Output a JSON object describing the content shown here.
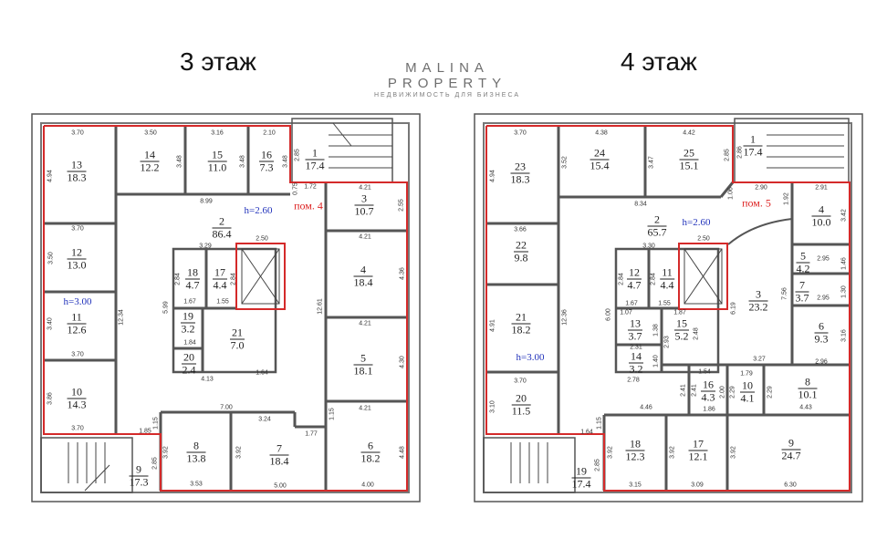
{
  "floors": [
    {
      "title": "3 этаж",
      "height_main": "h=2.60",
      "height_left": "h=3.00",
      "premises": "пом. 4",
      "rooms": [
        {
          "num": "1",
          "area": "17.4"
        },
        {
          "num": "2",
          "area": "86.4"
        },
        {
          "num": "3",
          "area": "10.7"
        },
        {
          "num": "4",
          "area": "18.4"
        },
        {
          "num": "5",
          "area": "18.1"
        },
        {
          "num": "6",
          "area": "18.2"
        },
        {
          "num": "7",
          "area": "18.4"
        },
        {
          "num": "8",
          "area": "13.8"
        },
        {
          "num": "9",
          "area": "17.3"
        },
        {
          "num": "10",
          "area": "14.3"
        },
        {
          "num": "11",
          "area": "12.6"
        },
        {
          "num": "12",
          "area": "13.0"
        },
        {
          "num": "13",
          "area": "18.3"
        },
        {
          "num": "14",
          "area": "12.2"
        },
        {
          "num": "15",
          "area": "11.0"
        },
        {
          "num": "16",
          "area": "7.3"
        },
        {
          "num": "17",
          "area": "4.4"
        },
        {
          "num": "18",
          "area": "4.7"
        },
        {
          "num": "19",
          "area": "3.2"
        },
        {
          "num": "20",
          "area": "2.4"
        },
        {
          "num": "21",
          "area": "7.0"
        }
      ],
      "dims": [
        "3.70",
        "3.50",
        "3.16",
        "2.10",
        "4.94",
        "3.48",
        "3.48",
        "3.48",
        "2.85",
        "0.75",
        "1.72",
        "8.99",
        "4.21",
        "2.55",
        "3.70",
        "3.50",
        "3.29",
        "2.50",
        "4.21",
        "4.36",
        "2.84",
        "2.84",
        "1.67",
        "1.55",
        "5.99",
        "12.34",
        "12.61",
        "3.40",
        "3.70",
        "1.84",
        "4.21",
        "4.30",
        "3.86",
        "4.13",
        "1.64",
        "7.00",
        "3.24",
        "3.70",
        "1.85",
        "1.15",
        "1.77",
        "4.21",
        "1.15",
        "3.92",
        "3.92",
        "4.48",
        "2.85",
        "3.53",
        "5.00",
        "4.00"
      ]
    },
    {
      "title": "4 этаж",
      "height_main": "h=2.60",
      "height_left": "h=3.00",
      "premises": "пом. 5",
      "rooms": [
        {
          "num": "1",
          "area": "17.4"
        },
        {
          "num": "2",
          "area": "65.7"
        },
        {
          "num": "3",
          "area": "23.2"
        },
        {
          "num": "4",
          "area": "10.0"
        },
        {
          "num": "5",
          "area": "4.2"
        },
        {
          "num": "6",
          "area": "9.3"
        },
        {
          "num": "7",
          "area": "3.7"
        },
        {
          "num": "8",
          "area": "10.1"
        },
        {
          "num": "9",
          "area": "24.7"
        },
        {
          "num": "10",
          "area": "4.1"
        },
        {
          "num": "11",
          "area": "4.4"
        },
        {
          "num": "12",
          "area": "4.7"
        },
        {
          "num": "13",
          "area": "3.7"
        },
        {
          "num": "14",
          "area": "3.2"
        },
        {
          "num": "15",
          "area": "5.2"
        },
        {
          "num": "16",
          "area": "4.3"
        },
        {
          "num": "17",
          "area": "12.1"
        },
        {
          "num": "18",
          "area": "12.3"
        },
        {
          "num": "19",
          "area": "17.4"
        },
        {
          "num": "20",
          "area": "11.5"
        },
        {
          "num": "21",
          "area": "18.2"
        },
        {
          "num": "22",
          "area": "9.8"
        },
        {
          "num": "23",
          "area": "18.3"
        },
        {
          "num": "24",
          "area": "15.4"
        },
        {
          "num": "25",
          "area": "15.1"
        }
      ],
      "dims": [
        "3.70",
        "4.38",
        "4.42",
        "4.94",
        "3.52",
        "3.47",
        "2.85",
        "2.86",
        "1.06",
        "8.34",
        "2.90",
        "2.91",
        "1.92",
        "3.42",
        "3.66",
        "3.30",
        "2.50",
        "2.84",
        "2.84",
        "2.95",
        "1.46",
        "1.67",
        "1.55",
        "6.00",
        "12.36",
        "6.19",
        "7.56",
        "2.95",
        "1.30",
        "4.91",
        "1.07",
        "1.38",
        "1.87",
        "2.93",
        "2.48",
        "3.16",
        "2.31",
        "1.40",
        "3.27",
        "2.96",
        "2.78",
        "1.54",
        "1.79",
        "2.41",
        "2.41",
        "2.00",
        "2.29",
        "2.29",
        "1.86",
        "4.43",
        "3.70",
        "3.10",
        "4.46",
        "1.64",
        "1.15",
        "2.85",
        "3.92",
        "3.92",
        "3.92",
        "3.15",
        "3.09",
        "6.30"
      ]
    }
  ],
  "watermark": {
    "line1": "MALINA",
    "line2": "PROPERTY",
    "line3": "НЕДВИЖИМОСТЬ ДЛЯ БИЗНЕСА"
  },
  "colors": {
    "wall": "#555555",
    "premises_outline": "#d42a2a",
    "height_label": "#2233bb"
  }
}
